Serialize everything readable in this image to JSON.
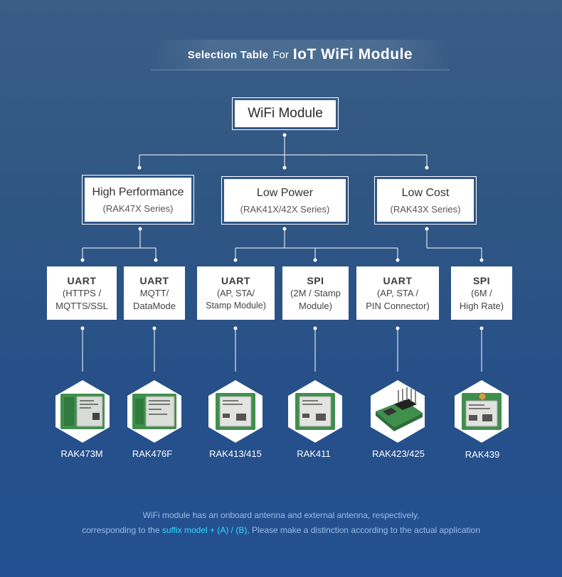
{
  "title": {
    "part1": "Selection Table",
    "part2": "For",
    "part3": "IoT WiFi Module"
  },
  "root": {
    "label": "WiFi Module"
  },
  "categories": [
    {
      "name": "High Performance",
      "series": "(RAK47X Series)"
    },
    {
      "name": "Low Power",
      "series": "(RAK41X/42X Series)"
    },
    {
      "name": "Low Cost",
      "series": "(RAK43X Series)"
    }
  ],
  "interfaces": [
    {
      "name": "UART",
      "detail": "(HTTPS /\nMQTTS/SSL"
    },
    {
      "name": "UART",
      "detail": "MQTT/\nDataMode"
    },
    {
      "name": "UART",
      "detail": "(AP, STA/\nStamp Module)"
    },
    {
      "name": "SPI",
      "detail": "(2M / Stamp\nModule)"
    },
    {
      "name": "UART",
      "detail": "(AP, STA /\nPIN Connector)"
    },
    {
      "name": "SPI",
      "detail": "(6M /\nHigh Rate)"
    }
  ],
  "products": [
    {
      "model": "RAK473M",
      "icon": "rak473m-module-icon"
    },
    {
      "model": "RAK476F",
      "icon": "rak476f-module-icon"
    },
    {
      "model": "RAK413/415",
      "icon": "rak413-module-icon"
    },
    {
      "model": "RAK411",
      "icon": "rak411-module-icon"
    },
    {
      "model": "RAK423/425",
      "icon": "rak423-board-icon"
    },
    {
      "model": "RAK439",
      "icon": "rak439-module-icon"
    }
  ],
  "footnote": {
    "line1": "WiFi module has an onboard antenna and external antenna, respectively,",
    "line2_pre": "corresponding to the",
    "line2_highlight": "suffix model + (A) / (B),",
    "line2_post": "Please make a distinction according to the actual application"
  },
  "colors": {
    "background_top": "#3a5d86",
    "background_bottom": "#245092",
    "highlight": "#36d7ff",
    "footnote": "#9dbbe6",
    "pcb_green": "#3f8f4c"
  }
}
